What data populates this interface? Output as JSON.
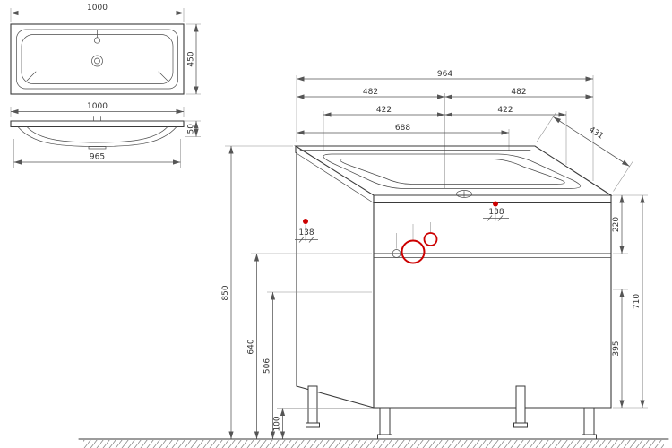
{
  "colors": {
    "line": "#3a3a3a",
    "dim": "#555555",
    "accent": "#cc0000"
  },
  "basin_top_view": {
    "width": "1000",
    "depth": "450"
  },
  "basin_front_view": {
    "width": "1000",
    "rim_height": "50",
    "bottom_width": "965"
  },
  "vanity_view": {
    "overall_width": "964",
    "half_width_left": "482",
    "half_width_right": "482",
    "offset_left": "422",
    "offset_right": "422",
    "basin_opening_width": "688",
    "depth": "431",
    "overall_height": "850",
    "mid_height": "640",
    "lower_height": "506",
    "leg_height": "100",
    "hole_offset_left": "138",
    "hole_offset_right": "138",
    "top_drawer_height": "220",
    "carcase_height": "710",
    "bottom_drawer_height": "395"
  }
}
